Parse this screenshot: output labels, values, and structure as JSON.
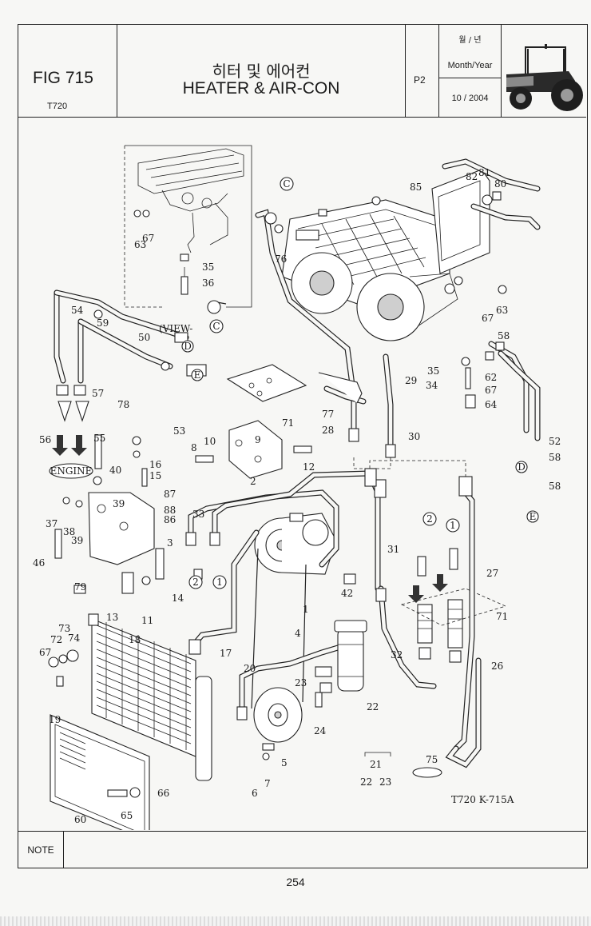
{
  "header": {
    "fig_code": "FIG 715",
    "model": "T720",
    "title_ko": "히터 및 에어컨",
    "title_en": "HEATER & AIR-CON",
    "page_code": "P2",
    "date_label_ko": "월 / 년",
    "date_label": "Month/Year",
    "date_value": "10 / 2004",
    "tractor_icon": "tractor-icon"
  },
  "diagram": {
    "view_label": "(VIEW-",
    "view_circle": "C",
    "engine_label": "ENGINE",
    "drawing_code": "T720 K-715A",
    "circle_refs": {
      "one": "1",
      "two": "2",
      "C": "C",
      "D": "D",
      "E": "E"
    },
    "callouts": {
      "c1": "1",
      "c2": "2",
      "c3": "3",
      "c4": "4",
      "c5": "5",
      "c6": "6",
      "c7": "7",
      "c8": "8",
      "c9": "9",
      "c10": "10",
      "c11": "11",
      "c12": "12",
      "c13": "13",
      "c14": "14",
      "c15": "15",
      "c16": "16",
      "c17": "17",
      "c18": "18",
      "c19": "19",
      "c20": "20",
      "c21": "21",
      "c22": "22",
      "c22b": "22",
      "c23": "23",
      "c23b": "23",
      "c24": "24",
      "c26": "26",
      "c27": "27",
      "c28": "28",
      "c29": "29",
      "c30": "30",
      "c31": "31",
      "c32": "32",
      "c33": "33",
      "c34": "34",
      "c35": "35",
      "c35b": "35",
      "c36": "36",
      "c37": "37",
      "c38": "38",
      "c39": "39",
      "c39b": "39",
      "c40": "40",
      "c42": "42",
      "c46": "46",
      "c50": "50",
      "c52": "52",
      "c53": "53",
      "c54": "54",
      "c55": "55",
      "c56": "56",
      "c57": "57",
      "c58": "58",
      "c58b": "58",
      "c58c": "58",
      "c59": "59",
      "c60": "60",
      "c62": "62",
      "c63": "63",
      "c63b": "63",
      "c64": "64",
      "c65": "65",
      "c66": "66",
      "c67": "67",
      "c67b": "67",
      "c67c": "67",
      "c67d": "67",
      "c71": "71",
      "c71b": "71",
      "c72": "72",
      "c73": "73",
      "c74": "74",
      "c75": "75",
      "c76": "76",
      "c77": "77",
      "c78": "78",
      "c79": "79",
      "c80": "80",
      "c81": "81",
      "c82": "82",
      "c85": "85",
      "c86": "86",
      "c87": "87",
      "c88": "88"
    }
  },
  "note": {
    "label": "NOTE",
    "text": ""
  },
  "footer": {
    "page_number": "254"
  }
}
